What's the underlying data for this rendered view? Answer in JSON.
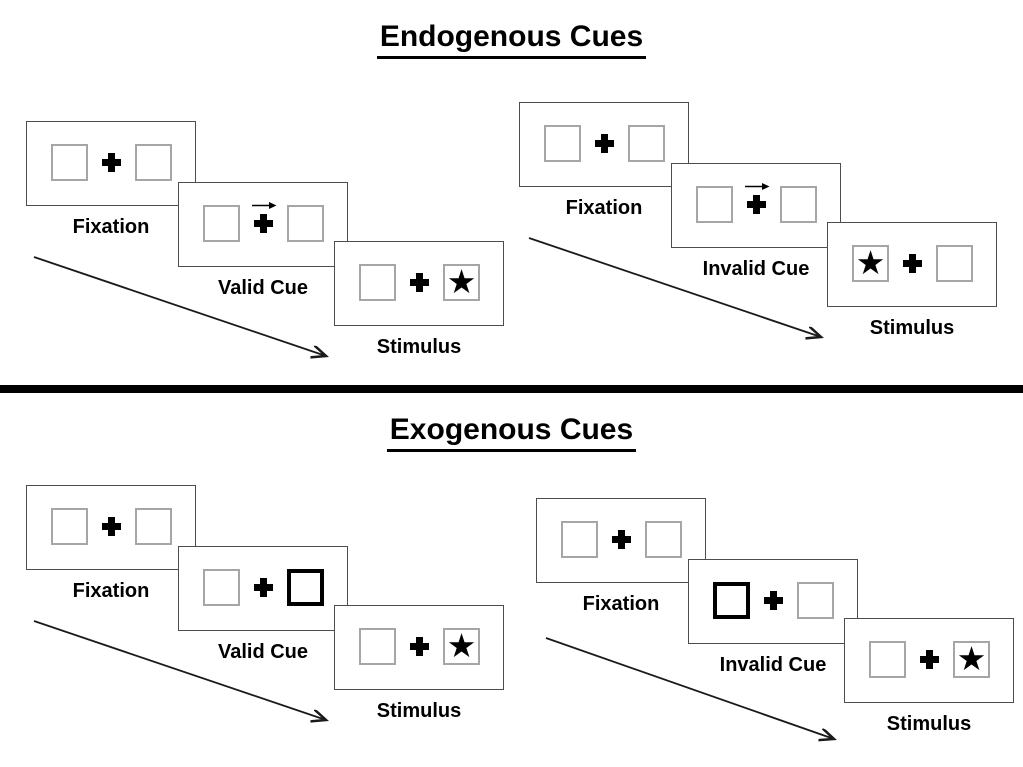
{
  "colors": {
    "background": "#ffffff",
    "ink": "#000000",
    "panel_border": "#4d4d4d",
    "target_box_border": "#a6a6a6"
  },
  "glyphs": {
    "star": "★"
  },
  "sections": [
    {
      "title": "Endogenous Cues",
      "sequences": [
        {
          "panels": [
            {
              "type": "fixation",
              "label": "Fixation"
            },
            {
              "type": "cue",
              "label": "Valid Cue",
              "arrow": "right"
            },
            {
              "type": "stimulus",
              "label": "Stimulus",
              "star": "right"
            }
          ]
        },
        {
          "panels": [
            {
              "type": "fixation",
              "label": "Fixation"
            },
            {
              "type": "cue",
              "label": "Invalid Cue",
              "arrow": "right"
            },
            {
              "type": "stimulus",
              "label": "Stimulus",
              "star": "left"
            }
          ]
        }
      ]
    },
    {
      "title": "Exogenous Cues",
      "sequences": [
        {
          "panels": [
            {
              "type": "fixation",
              "label": "Fixation"
            },
            {
              "type": "cue",
              "label": "Valid Cue",
              "highlight": "right"
            },
            {
              "type": "stimulus",
              "label": "Stimulus",
              "star": "right"
            }
          ]
        },
        {
          "panels": [
            {
              "type": "fixation",
              "label": "Fixation"
            },
            {
              "type": "cue",
              "label": "Invalid Cue",
              "highlight": "left"
            },
            {
              "type": "stimulus",
              "label": "Stimulus",
              "star": "right"
            }
          ]
        }
      ]
    }
  ]
}
